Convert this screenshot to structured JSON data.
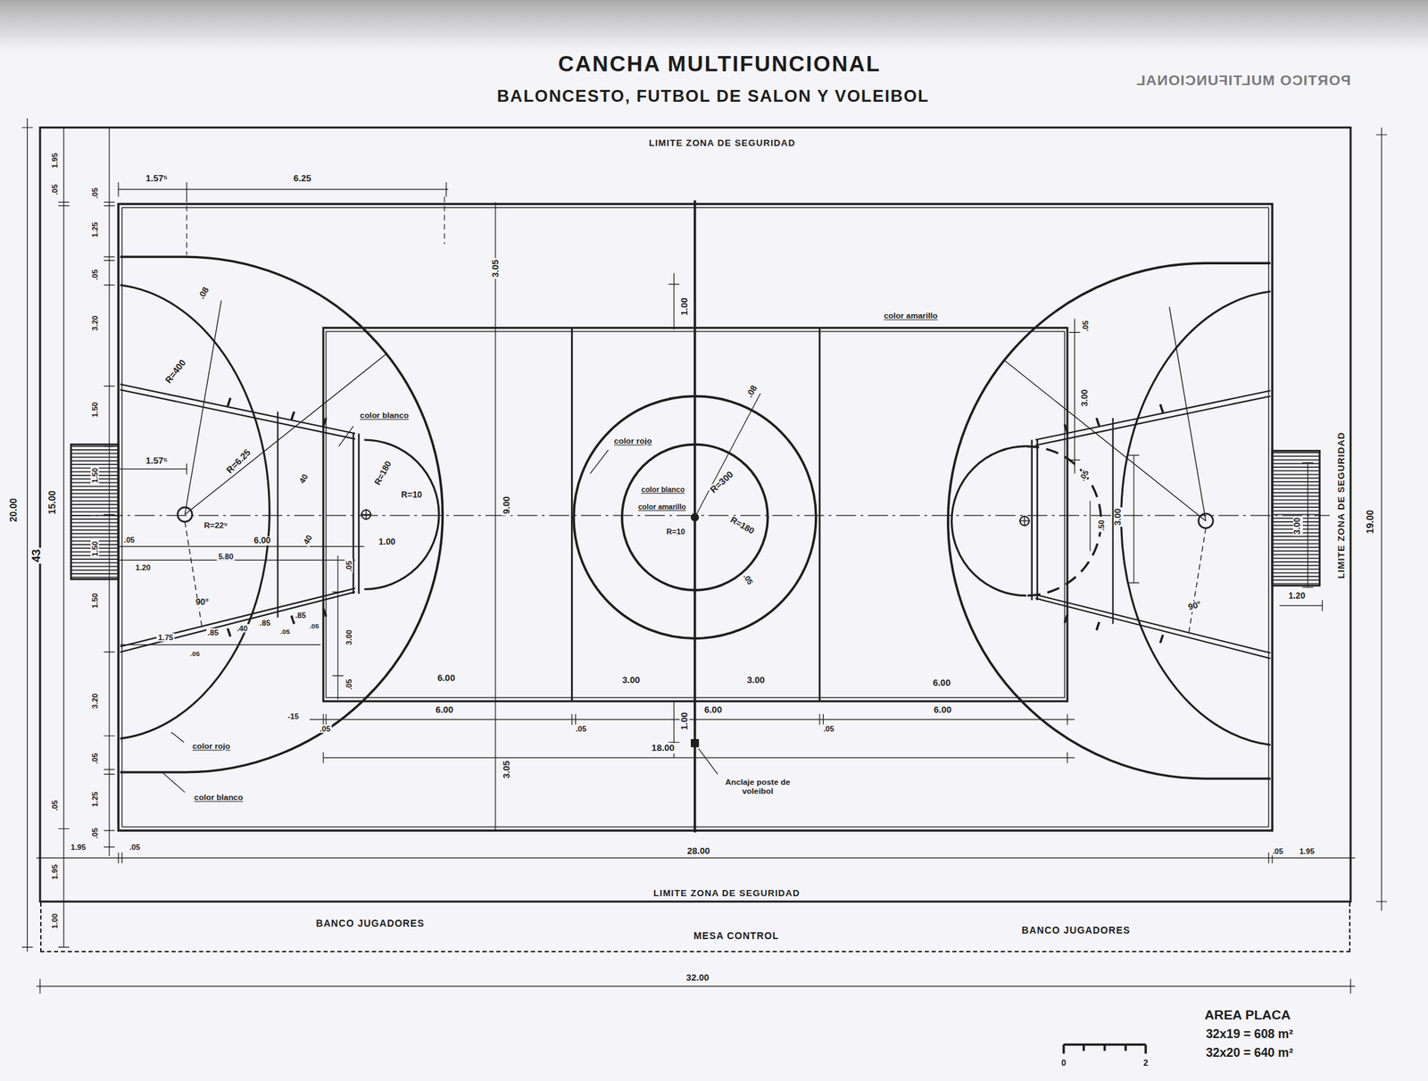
{
  "diagram": {
    "title": "CANCHA MULTIFUNCIONAL",
    "nodes": [
      {
        "text": [
          "BANCO JUGADORES",
          "MESA CONTROL",
          "BANCO JUGADORES"
        ]
      }
    ],
    "labels": [
      "BALONCESTO, FUTBOL DE SALON Y VOLEIBOL",
      "PORTICO MULTIFUNCIONAL",
      "LIMITE ZONA DE SEGURIDAD",
      "LIMITE ZONA DE SEGURIDAD",
      "LIMITE ZONA DE SEGURIDAD",
      "19.00",
      "20.00",
      "43",
      "15.00",
      "1.95",
      ".05",
      ".05",
      "1.25",
      ".05",
      "3.20",
      "1.50",
      "1.50",
      "1.50",
      "1.50",
      "3.20",
      ".05",
      "1.25",
      ".05",
      ".05",
      "1.95",
      "1.00",
      "1.57⁵",
      "6.25",
      "3.05",
      "1.00",
      ".08",
      "R=400",
      "R=6.25",
      "color blanco",
      "1.57⁵",
      "R=22⁵",
      "R=180",
      "R=10",
      "40",
      "6.00",
      ".05",
      "1.20",
      "5.80",
      "40",
      "1.00",
      ".05",
      "90°",
      "1.75",
      ".05",
      ".85",
      ".40",
      ".85",
      ".05",
      ".85",
      ".05",
      "3.00",
      ".05",
      "9.00",
      "6.00",
      "3.00",
      "3.00",
      "6.00",
      "-15",
      ".05",
      "6.00",
      ".05",
      "1.00",
      "6.00",
      ".05",
      "6.00",
      "18.00",
      "color rojo",
      "3.05",
      "Anclaje poste de voleibol",
      "color blanco",
      "color amarillo",
      "color rojo",
      ".08",
      "color blanco",
      "color amarillo",
      "R=300",
      "R=10",
      "R=180",
      ".05",
      ".05",
      "3.00",
      ".05",
      ".50",
      "3.00",
      "3.00",
      "1.20",
      "90°",
      "1.95",
      ".05",
      "28.00",
      ".05",
      "1.95",
      "32.00",
      "AREA PLACA",
      "32x19 = 608 m²",
      "32x20 = 640 m²",
      "0",
      "2"
    ]
  }
}
